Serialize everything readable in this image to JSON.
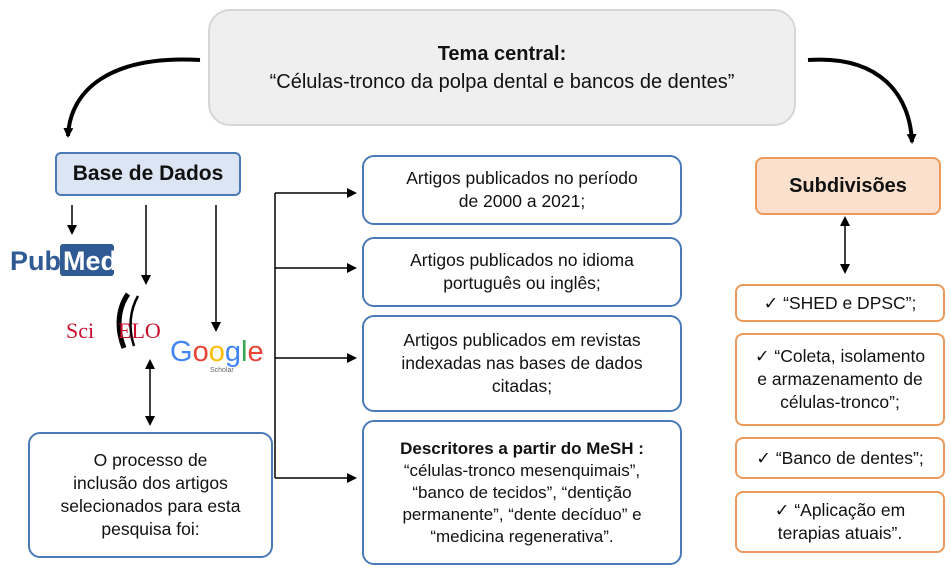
{
  "central": {
    "title": "Tema central:",
    "subtitle": "“Células-tronco da polpa dental e bancos de dentes”"
  },
  "base": {
    "title": "Base de Dados",
    "logos": {
      "pubmed": {
        "part1": "Pub",
        "part2": "Med",
        "icon": "pubmed-logo"
      },
      "scielo": {
        "part1": "Sci",
        "part2": "ELO",
        "icon": "scielo-logo"
      },
      "google": {
        "letters": [
          "G",
          "o",
          "o",
          "g",
          "l",
          "e"
        ],
        "sub": "Scholar",
        "icon": "google-scholar-logo"
      }
    }
  },
  "criteria": [
    {
      "lines": [
        "Artigos publicados no período",
        "de 2000 a 2021;"
      ]
    },
    {
      "lines": [
        "Artigos publicados no idioma",
        "português ou inglês;"
      ]
    },
    {
      "lines": [
        "Artigos publicados em revistas",
        "indexadas nas bases de dados",
        "citadas;"
      ]
    },
    {
      "title": "Descritores a partir do MeSH :",
      "lines": [
        "“células-tronco mesenquimais”,",
        "“banco de tecidos”, “dentição",
        "permanente”, “dente decíduo” e",
        "“medicina regenerativa”."
      ]
    }
  ],
  "process": {
    "lines": [
      "O processo de",
      "inclusão dos artigos",
      "selecionados para esta",
      "pesquisa foi:"
    ]
  },
  "subdivisions": {
    "title": "Subdivisões",
    "items": [
      {
        "lines": [
          "✓ “SHED e DPSC”;"
        ]
      },
      {
        "lines": [
          "✓ “Coleta, isolamento",
          "e armazenamento de",
          "células-tronco”;"
        ]
      },
      {
        "lines": [
          "✓ “Banco de dentes”;"
        ]
      },
      {
        "lines": [
          "✓ “Aplicação em",
          "terapias atuais”."
        ]
      }
    ]
  },
  "colors": {
    "blue_border": "#4a7ab8",
    "blue_fill": "#dbe5f3",
    "orange_border": "#ec9a5b",
    "orange_fill": "#fbe1cd",
    "central_fill": "#efefef",
    "pubmed_blue": "#2f5a94",
    "scielo_red": "#c8102e"
  }
}
